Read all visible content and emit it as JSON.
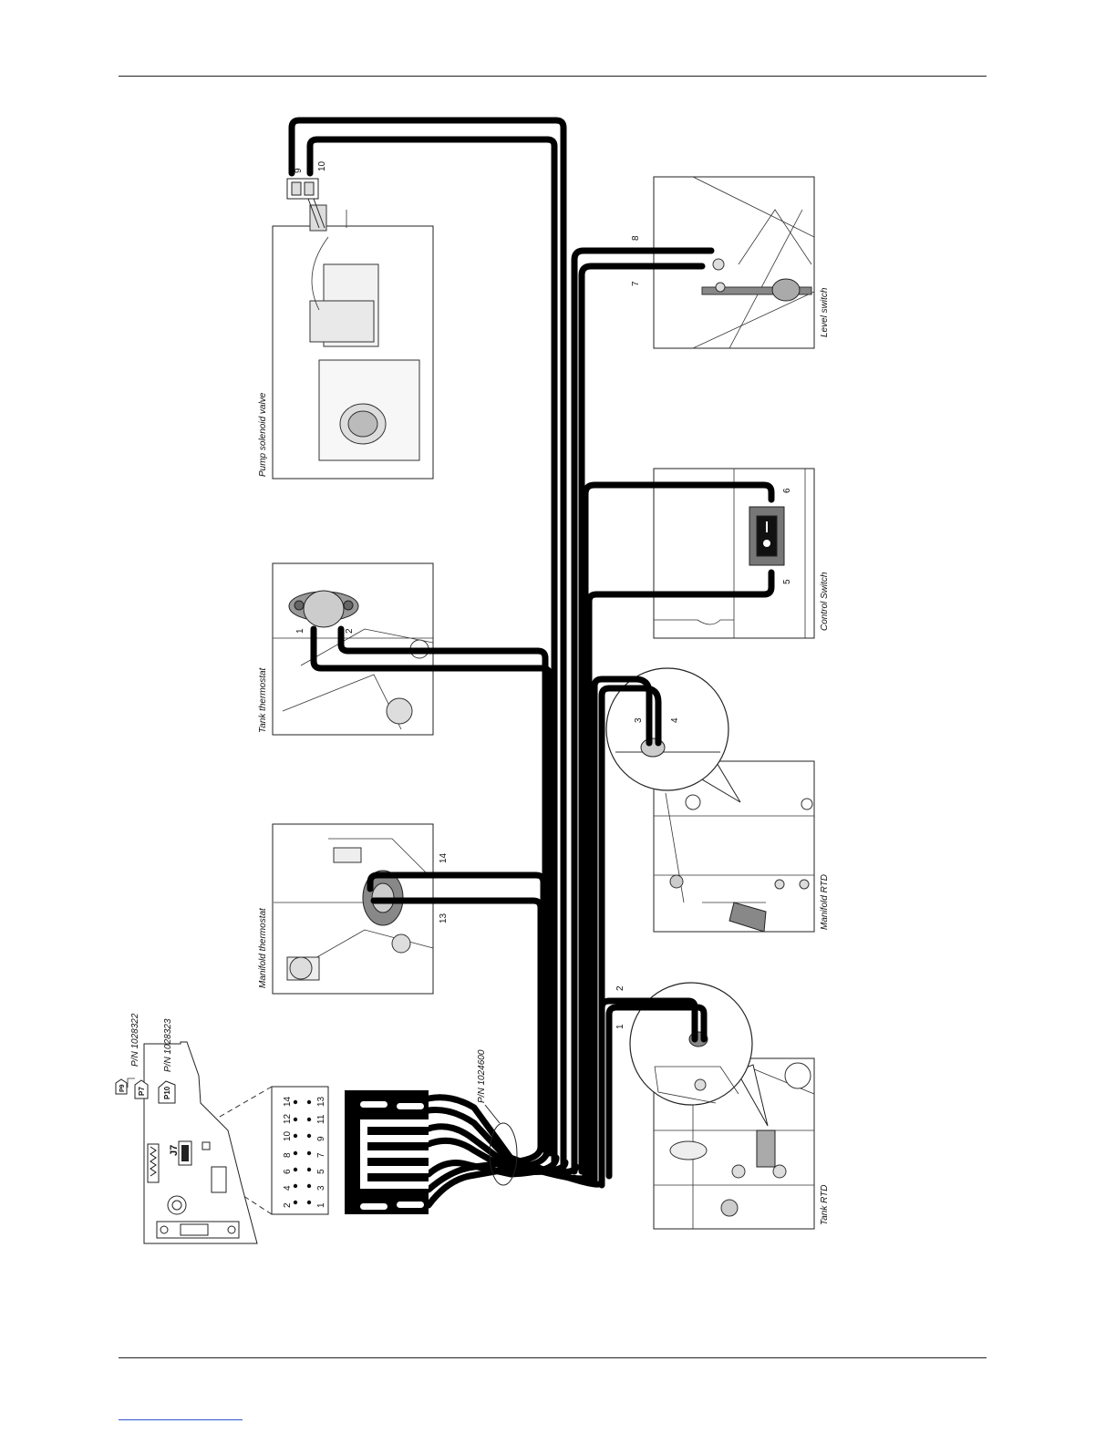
{
  "labels": {
    "pump_solenoid_valve": "Pump solenoid valve",
    "tank_thermostat": "Tank thermostat",
    "manifold_thermostat": "Manifold thermostat",
    "level_switch": "Level switch",
    "control_switch": "Control Switch",
    "manifold_rtd": "Manifold RTD",
    "tank_rtd": "Tank RTD",
    "harness_pn": "P/N 1024600",
    "pn_p7": "P/N 1028322",
    "pn_p10": "P/N 1028323",
    "conn_p7": "P7",
    "conn_p10": "P10",
    "conn_p9": "P9",
    "conn_j7": "J7"
  },
  "wire_numbers": {
    "w1": "1",
    "w2": "2",
    "w3": "3",
    "w4": "4",
    "w5": "5",
    "w6": "6",
    "w7": "7",
    "w8": "8",
    "w9": "9",
    "w10": "10",
    "w13": "13",
    "w14": "14",
    "w1b": "1",
    "w2b": "2"
  },
  "pinout": {
    "top": [
      "2",
      "4",
      "6",
      "8",
      "10",
      "12",
      "14"
    ],
    "bottom": [
      "1",
      "3",
      "5",
      "7",
      "9",
      "11",
      "13"
    ]
  }
}
